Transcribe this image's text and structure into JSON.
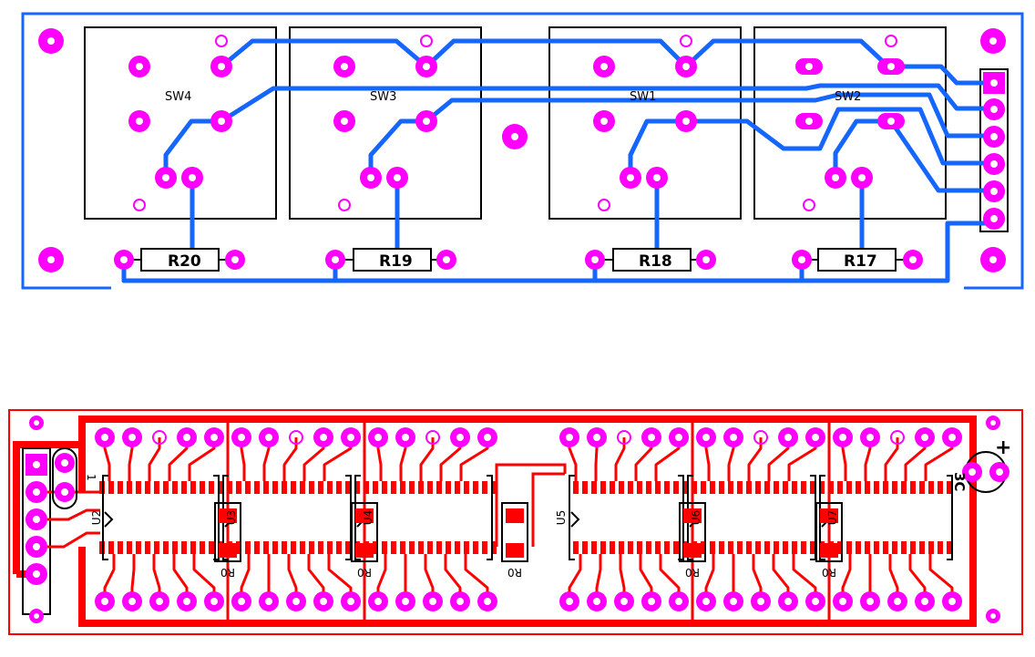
{
  "colors": {
    "background": "#ffffff",
    "top_trace": "#1565ff",
    "bottom_trace": "#ff0000",
    "pad": "#ff00ff",
    "silkscreen": "#000000"
  },
  "top_board": {
    "switches": [
      {
        "label": "SW4"
      },
      {
        "label": "SW3"
      },
      {
        "label": "SW1"
      },
      {
        "label": "SW2"
      }
    ],
    "resistors": [
      {
        "label": "R20"
      },
      {
        "label": "R19"
      },
      {
        "label": "R18"
      },
      {
        "label": "R17"
      }
    ]
  },
  "bottom_board": {
    "chips": [
      {
        "label": "U2"
      },
      {
        "label": "U3"
      },
      {
        "label": "U4"
      },
      {
        "label": "U5"
      },
      {
        "label": "U6"
      },
      {
        "label": "U7"
      }
    ],
    "smd_label": "R0",
    "cap_label": "3C",
    "polarity": "+",
    "header_label": "1"
  }
}
